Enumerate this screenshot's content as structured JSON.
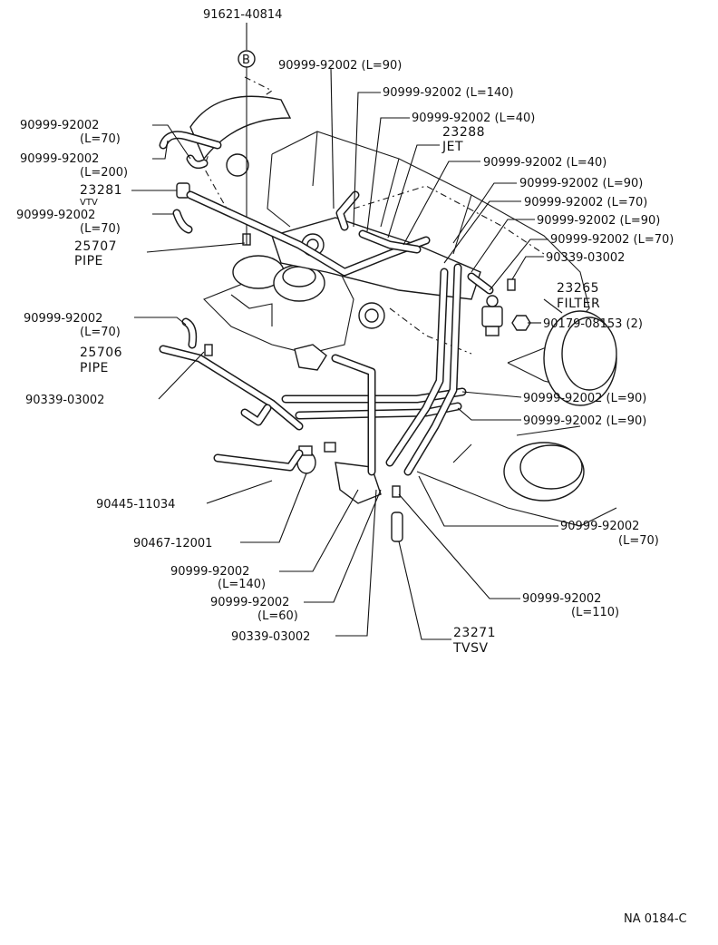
{
  "diagram_code": "NA 0184-C",
  "marker_letter": "B",
  "labels": {
    "p91621": "91621-40814",
    "h_l90_top": "90999-92002 (L=90)",
    "h_l140_top": "90999-92002 (L=140)",
    "h_l40_a": "90999-92002 (L=40)",
    "jet_no": "23288",
    "jet_name": "JET",
    "h_l40_b": "90999-92002 (L=40)",
    "h_l90_r1": "90999-92002 (L=90)",
    "h_l70_r1": "90999-92002 (L=70)",
    "h_l90_r2": "90999-92002 (L=90)",
    "h_l70_r2": "90999-92002 (L=70)",
    "clip_r": "90339-03002",
    "filter_no": "23265",
    "filter_name": "FILTER",
    "bolt": "90179-08153 (2)",
    "h_l70_left1_a": "90999-92002",
    "h_l70_left1_b": "(L=70)",
    "h_l200_a": "90999-92002",
    "h_l200_b": "(L=200)",
    "vtv_no": "23281",
    "vtv_name": "VTV",
    "h_l70_left2_a": "90999-92002",
    "h_l70_left2_b": "(L=70)",
    "pipe1_no": "25707",
    "pipe1_name": "PIPE",
    "h_l70_left3_a": "90999-92002",
    "h_l70_left3_b": "(L=70)",
    "pipe2_no": "25706",
    "pipe2_name": "PIPE",
    "clip_l": "90339-03002",
    "h_l90_mid1": "90999-92002 (L=90)",
    "h_l90_mid2": "90999-92002 (L=90)",
    "p90445": "90445-11034",
    "p90467": "90467-12001",
    "h_l70_low_a": "90999-92002",
    "h_l70_low_b": "(L=70)",
    "h_l140_low_a": "90999-92002",
    "h_l140_low_b": "(L=140)",
    "h_l110_a": "90999-92002",
    "h_l110_b": "(L=110)",
    "h_l60_a": "90999-92002",
    "h_l60_b": "(L=60)",
    "clip_low": "90339-03002",
    "tvsv_no": "23271",
    "tvsv_name": "TVSV"
  }
}
